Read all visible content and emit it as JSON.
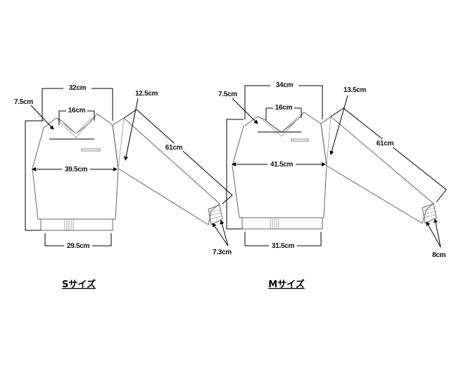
{
  "diagrams": [
    {
      "id": "s",
      "size_label": "Sサイズ",
      "labels": {
        "neck_width": "32cm",
        "neck_inner": "16cm",
        "neck_depth": "7.5cm",
        "armhole": "12.5cm",
        "chest": "39.5cm",
        "sleeve_length": "61cm",
        "hem_width": "29.5cm",
        "cuff_width": "7.3cm"
      }
    },
    {
      "id": "m",
      "size_label": "Mサイズ",
      "labels": {
        "neck_width": "34cm",
        "neck_inner": "16cm",
        "neck_depth": "7.5cm",
        "armhole": "13.5cm",
        "chest": "41.5cm",
        "sleeve_length": "61cm",
        "hem_width": "31.5cm",
        "cuff_width": "8cm"
      }
    }
  ]
}
